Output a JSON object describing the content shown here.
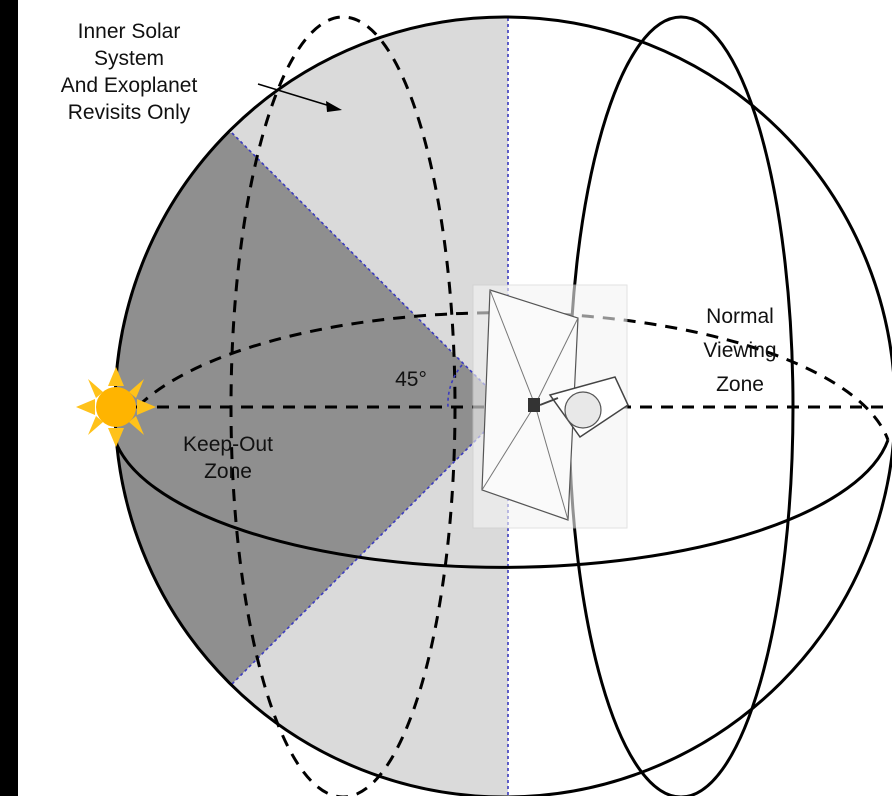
{
  "labels": {
    "revisit_line1": "Inner Solar",
    "revisit_line2": "System",
    "revisit_line3": "And Exoplanet",
    "revisit_line4": "Revisits Only",
    "keep_out_line1": "Keep-Out",
    "keep_out_line2": "Zone",
    "normal_line1": "Normal",
    "normal_line2": "Viewing",
    "normal_line3": "Zone",
    "angle": "45°"
  },
  "colors": {
    "background": "#000000",
    "panel": "#ffffff",
    "revisit_zone": "#dadada",
    "keep_out_zone": "#8f8f8f",
    "sun": "#ffb400",
    "sun_rays": "#ffc21a",
    "guide_line": "#3b3bbf",
    "outline": "#000000"
  },
  "icons": {
    "sun": "sun-icon",
    "spacecraft": "spacecraft-icon"
  }
}
